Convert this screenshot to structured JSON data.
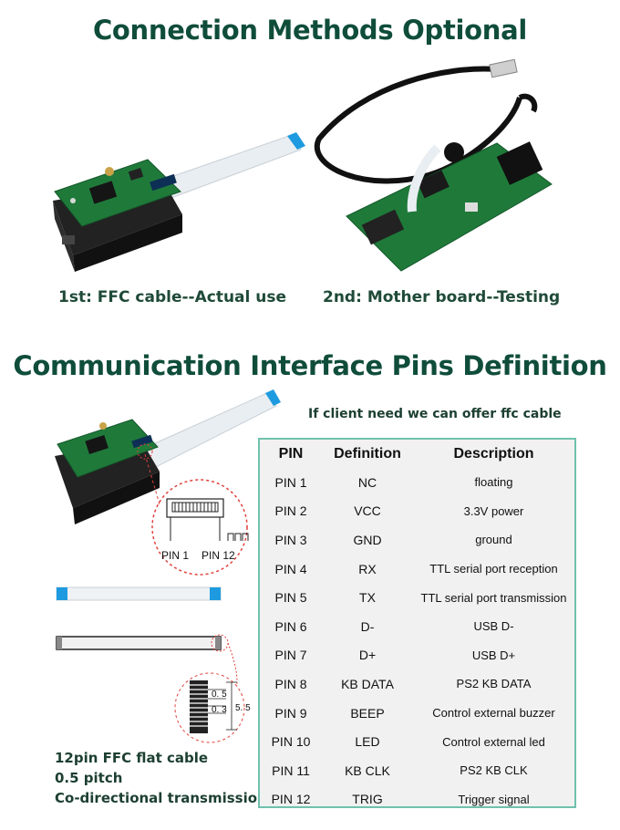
{
  "section1": {
    "title": "Connection Methods Optional",
    "caption_left": "1st: FFC cable--Actual use",
    "caption_right": "2nd: Mother board--Testing"
  },
  "section2": {
    "title": "Communication Interface Pins Definition",
    "note": "If client need we can offer ffc cable",
    "zoom_labels": {
      "pin1": "PIN 1",
      "pin12": "PIN 12"
    },
    "dim_labels": {
      "d1": "0. 5",
      "d2": "0. 3",
      "d3": "5. 5"
    },
    "cable_notes": [
      "12pin FFC flat cable",
      "0.5 pitch",
      "Co-directional transmission"
    ]
  },
  "pin_table": {
    "headers": [
      "PIN",
      "Definition",
      "Description"
    ],
    "rows": [
      [
        "PIN 1",
        "NC",
        "floating"
      ],
      [
        "PIN 2",
        "VCC",
        "3.3V power"
      ],
      [
        "PIN 3",
        "GND",
        "ground"
      ],
      [
        "PIN 4",
        "RX",
        "TTL serial port reception"
      ],
      [
        "PIN 5",
        "TX",
        "TTL serial port transmission"
      ],
      [
        "PIN 6",
        "D-",
        "USB D-"
      ],
      [
        "PIN 7",
        "D+",
        "USB D+"
      ],
      [
        "PIN 8",
        "KB DATA",
        "PS2 KB DATA"
      ],
      [
        "PIN 9",
        "BEEP",
        "Control external buzzer"
      ],
      [
        "PIN 10",
        "LED",
        "Control external led"
      ],
      [
        "PIN 11",
        "KB CLK",
        "PS2 KB CLK"
      ],
      [
        "PIN 12",
        "TRIG",
        "Trigger signal"
      ]
    ]
  },
  "colors": {
    "title_green": "#0f4d3a",
    "pcb_green": "#1f7a3a",
    "table_border": "#6fc1ad",
    "ffc_blue": "#1e9be0"
  }
}
